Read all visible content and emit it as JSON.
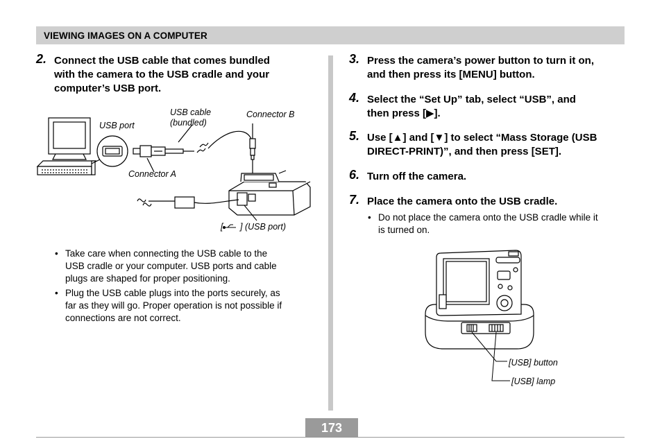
{
  "header": {
    "title": "VIEWING IMAGES ON A COMPUTER"
  },
  "left": {
    "step2": {
      "number": "2.",
      "lines": [
        "Connect the USB cable that comes bundled",
        "with the camera to the USB cradle and your",
        "computer’s USB port."
      ]
    },
    "figure": {
      "usb_port": "USB port",
      "usb_cable_line1": "USB cable",
      "usb_cable_line2": "(bundled)",
      "connector_b": "Connector B",
      "connector_a": "Connector A",
      "usb_port_bracket_open": "[",
      "usb_port_bracket_close": "] (USB port)"
    },
    "bullets": [
      [
        "Take care when connecting the USB cable to the",
        "USB cradle or your computer. USB ports and cable",
        "plugs are shaped for proper positioning."
      ],
      [
        "Plug the USB cable plugs into the ports securely, as",
        "far as they will go. Proper operation is not possible if",
        "connections are not correct."
      ]
    ]
  },
  "right": {
    "step3": {
      "number": "3.",
      "lines": [
        "Press the camera’s power button to turn it on,",
        "and then press its [MENU] button."
      ]
    },
    "step4": {
      "number": "4.",
      "lines": [
        "Select the “Set Up” tab, select “USB”, and",
        "then press [▶]."
      ]
    },
    "step5": {
      "number": "5.",
      "lines": [
        "Use [▲] and [▼] to select “Mass Storage (USB",
        "DIRECT-PRINT)”, and then press [SET]."
      ]
    },
    "step6": {
      "number": "6.",
      "lines": [
        "Turn off the camera."
      ]
    },
    "step7": {
      "number": "7.",
      "lines": [
        "Place the camera onto the USB cradle."
      ]
    },
    "bullets": [
      [
        "Do not place the camera onto the USB cradle while it",
        "is turned on."
      ]
    ],
    "figure": {
      "usb_button": "[USB] button",
      "usb_lamp": "[USB] lamp"
    }
  },
  "footer": {
    "page_number": "173"
  }
}
